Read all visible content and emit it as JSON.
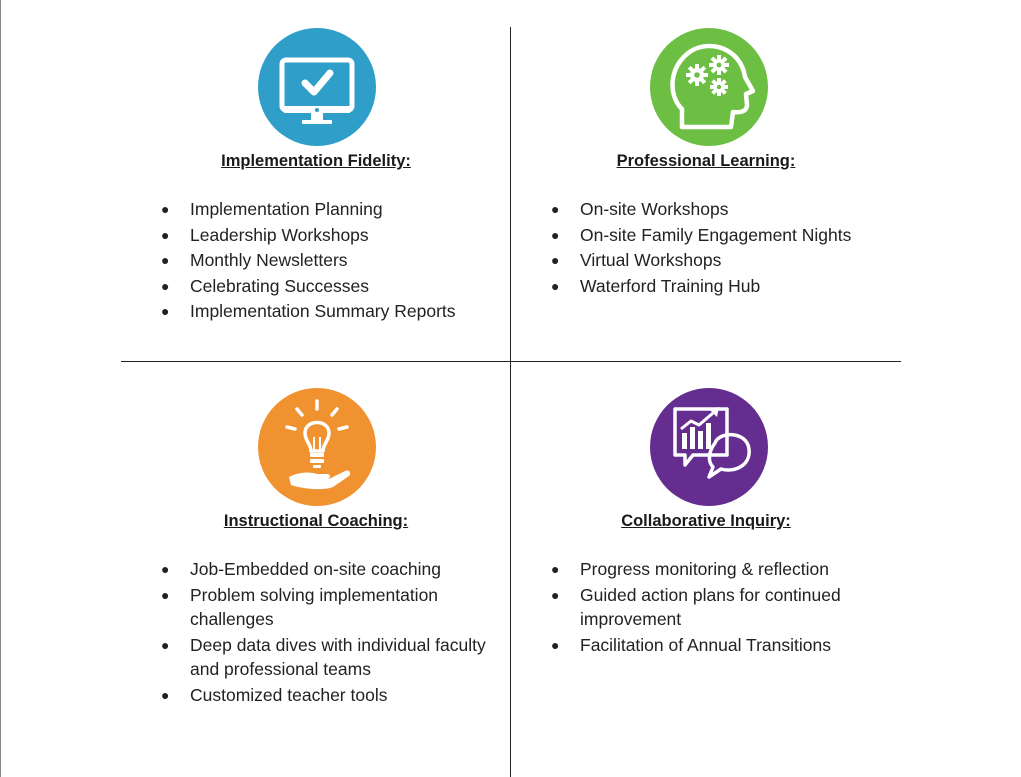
{
  "colors": {
    "blue": "#2f9fca",
    "green": "#6cbf43",
    "orange": "#f0922f",
    "purple": "#662d91"
  },
  "icons": {
    "implementation": "monitor-checkmark-icon",
    "professional": "head-gears-icon",
    "coaching": "lightbulb-hand-icon",
    "inquiry": "chart-speech-bubble-icon"
  },
  "sections": [
    {
      "heading": "Implementation Fidelity:",
      "items": [
        "Implementation Planning",
        "Leadership Workshops",
        "Monthly Newsletters",
        "Celebrating Successes",
        "Implementation Summary Reports"
      ]
    },
    {
      "heading": "Professional Learning:",
      "items": [
        "On-site Workshops",
        "On-site Family Engagement Nights",
        "Virtual Workshops",
        "Waterford Training Hub"
      ]
    },
    {
      "heading": "Instructional Coaching:",
      "items": [
        "Job-Embedded on-site coaching",
        "Problem solving implementation challenges",
        "Deep data dives with individual faculty and professional teams",
        "Customized teacher tools"
      ]
    },
    {
      "heading": "Collaborative Inquiry:",
      "items": [
        "Progress monitoring & reflection",
        "Guided action plans for continued improvement",
        "Facilitation of Annual Transitions"
      ]
    }
  ]
}
